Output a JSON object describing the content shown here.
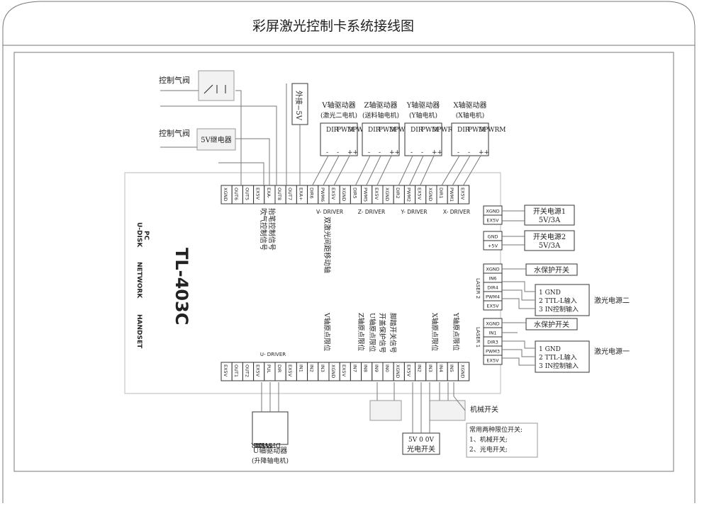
{
  "title": "彩屏激光控制卡系统接线图",
  "board": {
    "model": "TL-403C",
    "side_labels": [
      "U-DISK",
      "PC",
      "NETWORK",
      "HANDSET"
    ],
    "top_pins": [
      "XGND",
      "OUT6",
      "OUT5",
      "EX5V",
      "EXA-",
      "OUT8",
      "OUT7",
      "EXA+",
      "DIR6",
      "PWM6",
      "EX5V",
      "XGND",
      "DIR5",
      "PWM5",
      "EX5V",
      "XGND",
      "DIR2",
      "PWM2",
      "EX5V",
      "XGND",
      "DIR1",
      "PWM1",
      "EX5V"
    ],
    "top_groups": [
      "V- DRIVER",
      "Z- DRIVER",
      "Y- DRIVER",
      "X- DRIVER"
    ],
    "bottom_pins": [
      "EX5V",
      "OUT1",
      "OUT2",
      "EX5V",
      "PUL",
      "DIR",
      "EX5V",
      "IN1",
      "IN2",
      "IN3",
      "XGND",
      "EX5V",
      "IN7",
      "IN8",
      "IN9",
      "IN0",
      "XGND",
      "EX5V",
      "IN2",
      "IN3",
      "IN4",
      "IN5",
      "XGND"
    ],
    "bottom_group": "U- DRIVER",
    "right_pins_top": [
      "XGND",
      "EX5V"
    ],
    "right_pins_power": [
      "GND",
      "+5V"
    ],
    "right_pins_laser2": [
      "XGND",
      "IN6",
      "DIR4",
      "PWM4",
      "EX5V"
    ],
    "right_pins_laser1": [
      "XGND",
      "IN1",
      "DIR3",
      "PWM3",
      "EX5V"
    ],
    "laser2_label": "LASER 2",
    "laser1_label": "LASER 1"
  },
  "top_left": {
    "valve1": "控制气阀",
    "valve2": "控制气阀",
    "relay": "5V继电器",
    "ext5v": "外接−5V"
  },
  "drivers": [
    {
      "title": "V轴驱动器",
      "sub": "(激光二电机)"
    },
    {
      "title": "Z轴驱动器",
      "sub": "(送料轴电机)"
    },
    {
      "title": "Y轴驱动器",
      "sub": "(Y轴电机)"
    },
    {
      "title": "X轴驱动器",
      "sub": "(X轴电机)"
    }
  ],
  "driver_pin_cols": [
    "DIR",
    "PWM",
    "DPWRM"
  ],
  "driver_pin_pol": [
    "-",
    "-",
    "++"
  ],
  "top_notes": {
    "blow": "吹气控制信号",
    "pen": "抬笔控制信号",
    "double_laser": "双激光间距移动轴"
  },
  "bottom_notes": [
    "V轴原点限位",
    "Z轴原点限位",
    "U轴原点限位",
    "开盖保护信号",
    "脚踏开关信号",
    "X轴原点限位",
    "Y轴原点限位"
  ],
  "u_driver": {
    "title": "U轴驱动器",
    "sub": "(升降轴电机)",
    "pins": [
      "DIR",
      "PWM",
      "DPWRM"
    ]
  },
  "right_boxes": {
    "sw_power1": "开关电源1",
    "sw_power1_v": "5V/3A",
    "sw_power2": "开关电源2",
    "sw_power2_v": "5V/3A",
    "water2": "水保护开关",
    "water1": "水保护开关",
    "laser_ps2": "激光电源二",
    "laser_ps1": "激光电源一",
    "ps_lines": [
      "1  GND",
      "2  TTL-L输入",
      "3  IN控制输入"
    ]
  },
  "bottom_right": {
    "mech": "机械开关",
    "opt_v": "5V  0  0V",
    "opt": "光电开关",
    "note_title": "常用两种限位开关:",
    "note1": "1、机械开关;",
    "note2": "2、光电开关;"
  }
}
